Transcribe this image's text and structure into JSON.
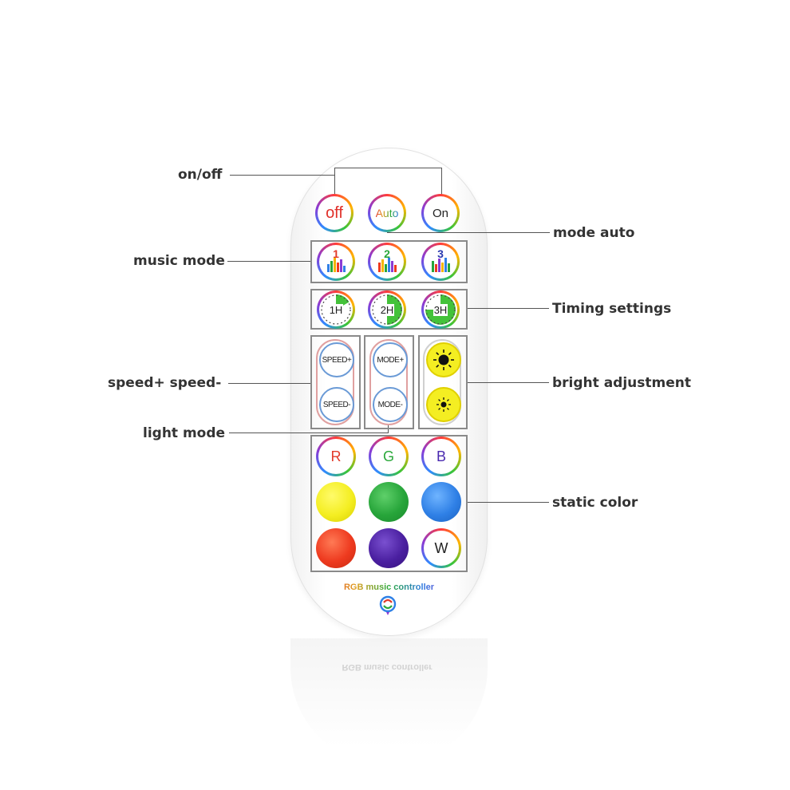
{
  "callouts": {
    "on_off": "on/off",
    "mode_auto": "mode auto",
    "music_mode": "music mode",
    "timing": "Timing settings",
    "speed": "speed+  speed-",
    "bright": "bright adjustment",
    "light_mode": "light mode",
    "static_color": "static color"
  },
  "buttons": {
    "off": "off",
    "auto": "Auto",
    "on": "On",
    "music1": "1",
    "music2": "2",
    "music3": "3",
    "timer1": "1H",
    "timer2": "2H",
    "timer3": "3H",
    "speed_plus": "SPEED+",
    "speed_minus": "SPEED-",
    "mode_plus": "MODE+",
    "mode_minus": "MODE-",
    "r": "R",
    "g": "G",
    "b": "B",
    "w": "W"
  },
  "colors": {
    "yellow": "#f4ee22",
    "green": "#27a53a",
    "blue": "#2f80e6",
    "red": "#ee3a1f",
    "purple": "#4a1fa0",
    "r_text": "#e23a2a",
    "g_text": "#2aa83a",
    "b_text": "#4a2ab0"
  },
  "brand": {
    "label": "RGB music controller"
  }
}
